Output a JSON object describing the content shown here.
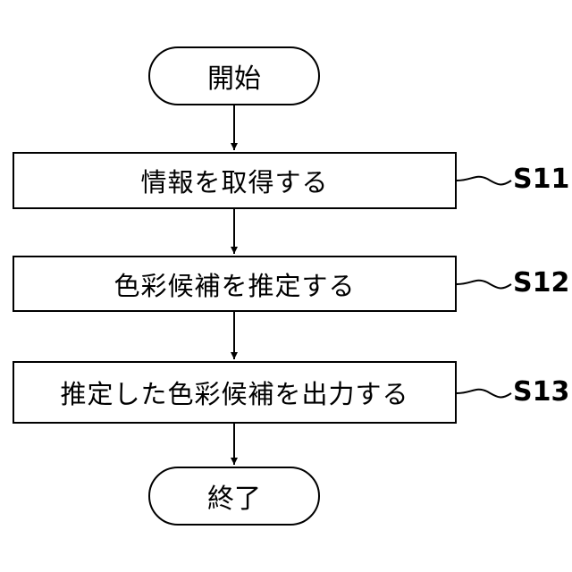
{
  "flowchart": {
    "start": {
      "label": "開始"
    },
    "steps": [
      {
        "label": "情報を取得する",
        "ref": "S11"
      },
      {
        "label": "色彩候補を推定する",
        "ref": "S12"
      },
      {
        "label": "推定した色彩候補を出力する",
        "ref": "S13"
      }
    ],
    "end": {
      "label": "終了"
    }
  },
  "colors": {
    "stroke": "#000000",
    "background": "#ffffff"
  }
}
